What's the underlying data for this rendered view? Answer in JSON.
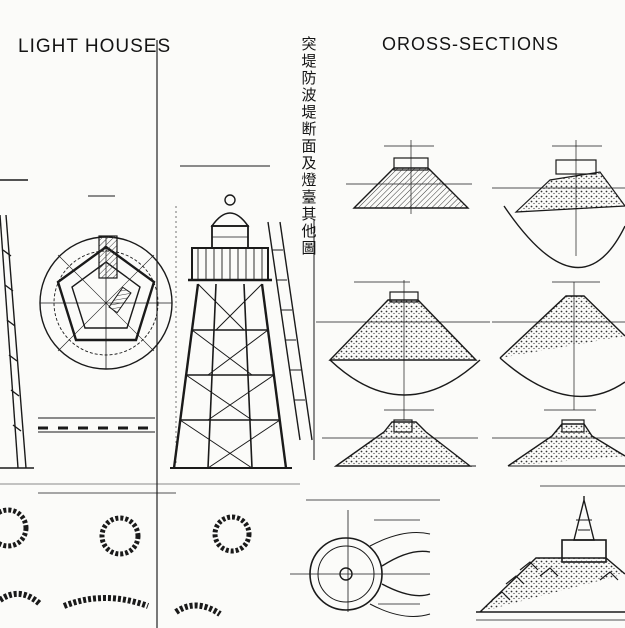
{
  "header": {
    "left_title": "LIGHT HOUSES",
    "right_title": "OROSS-SECTIONS",
    "vertical_title": "突堤防波堤断面及燈臺其他圖"
  },
  "colors": {
    "ink": "#141414",
    "paper": "#fbfbf9",
    "hatch": "#3a3a3a"
  }
}
